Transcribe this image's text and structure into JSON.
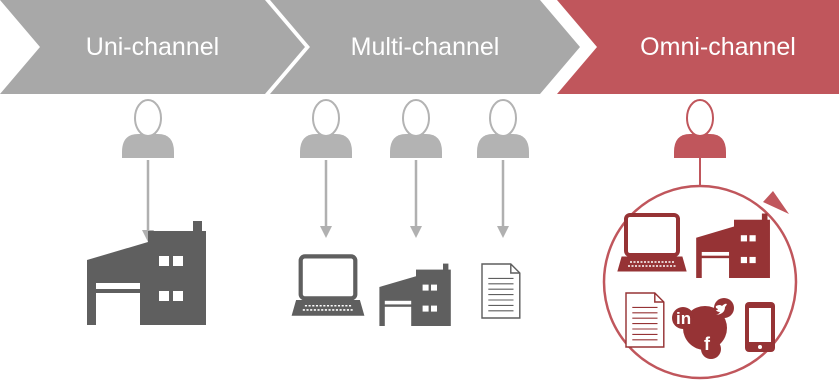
{
  "stages": [
    {
      "label": "Uni-channel",
      "color": "#a8a8a8"
    },
    {
      "label": "Multi-channel",
      "color": "#a8a8a8"
    },
    {
      "label": "Omni-channel",
      "color": "#c0565c"
    }
  ],
  "colors": {
    "person_gray": "#b3b3b3",
    "arrow_gray": "#b0b0b0",
    "building": "#5f5f5f",
    "omni_red": "#c0565c",
    "omni_icon": "#963335"
  },
  "icons": {
    "uni": [
      "person-icon",
      "building-icon"
    ],
    "multi": [
      "person-icon",
      "laptop-icon",
      "building-icon",
      "document-icon"
    ],
    "omni": [
      "person-icon",
      "laptop-icon",
      "building-icon",
      "document-icon",
      "social-media-icon",
      "phone-icon"
    ]
  },
  "social_letters": {
    "linkedin": "in",
    "facebook": "f"
  }
}
